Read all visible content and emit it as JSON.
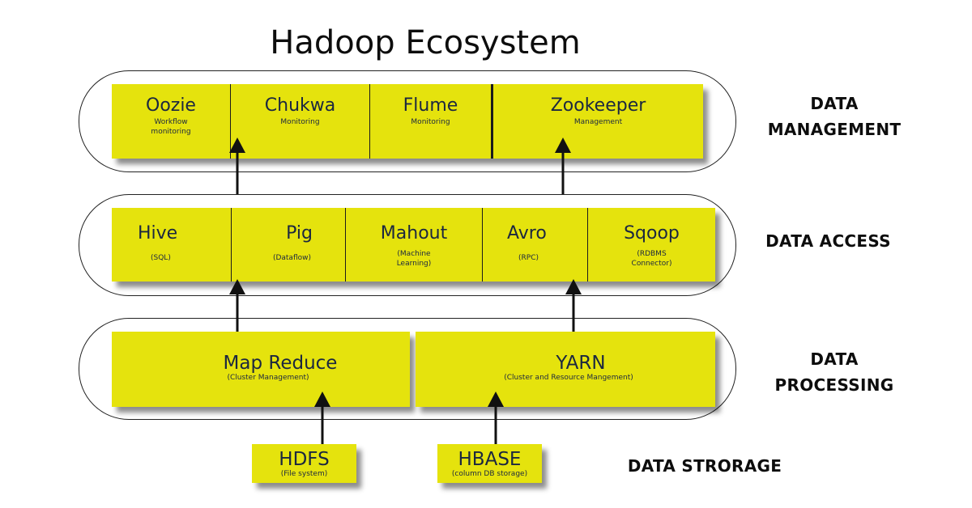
{
  "title": "Hadoop Ecosystem",
  "layers": {
    "management": {
      "label": "DATA\nMANAGEMENT",
      "items": [
        {
          "name": "Oozie",
          "desc": "Workflow\nmonitoring"
        },
        {
          "name": "Chukwa",
          "desc": "Monitoring"
        },
        {
          "name": "Flume",
          "desc": "Monitoring"
        },
        {
          "name": "Zookeeper",
          "desc": "Management"
        }
      ]
    },
    "access": {
      "label": "DATA ACCESS",
      "items": [
        {
          "name": "Hive",
          "desc": "(SQL)"
        },
        {
          "name": "Pig",
          "desc": "(Dataflow)"
        },
        {
          "name": "Mahout",
          "desc": "(Machine\nLearning)"
        },
        {
          "name": "Avro",
          "desc": "(RPC)"
        },
        {
          "name": "Sqoop",
          "desc": "(RDBMS\nConnector)"
        }
      ]
    },
    "processing": {
      "label": "DATA\nPROCESSING",
      "items": [
        {
          "name": "Map Reduce",
          "desc": "(Cluster Management)"
        },
        {
          "name": "YARN",
          "desc": "(Cluster and Resource Mangement)"
        }
      ]
    },
    "storage": {
      "label": "DATA STRORAGE",
      "items": [
        {
          "name": "HDFS",
          "desc": "(File system)"
        },
        {
          "name": "HBASE",
          "desc": "(column DB storage)"
        }
      ]
    }
  }
}
